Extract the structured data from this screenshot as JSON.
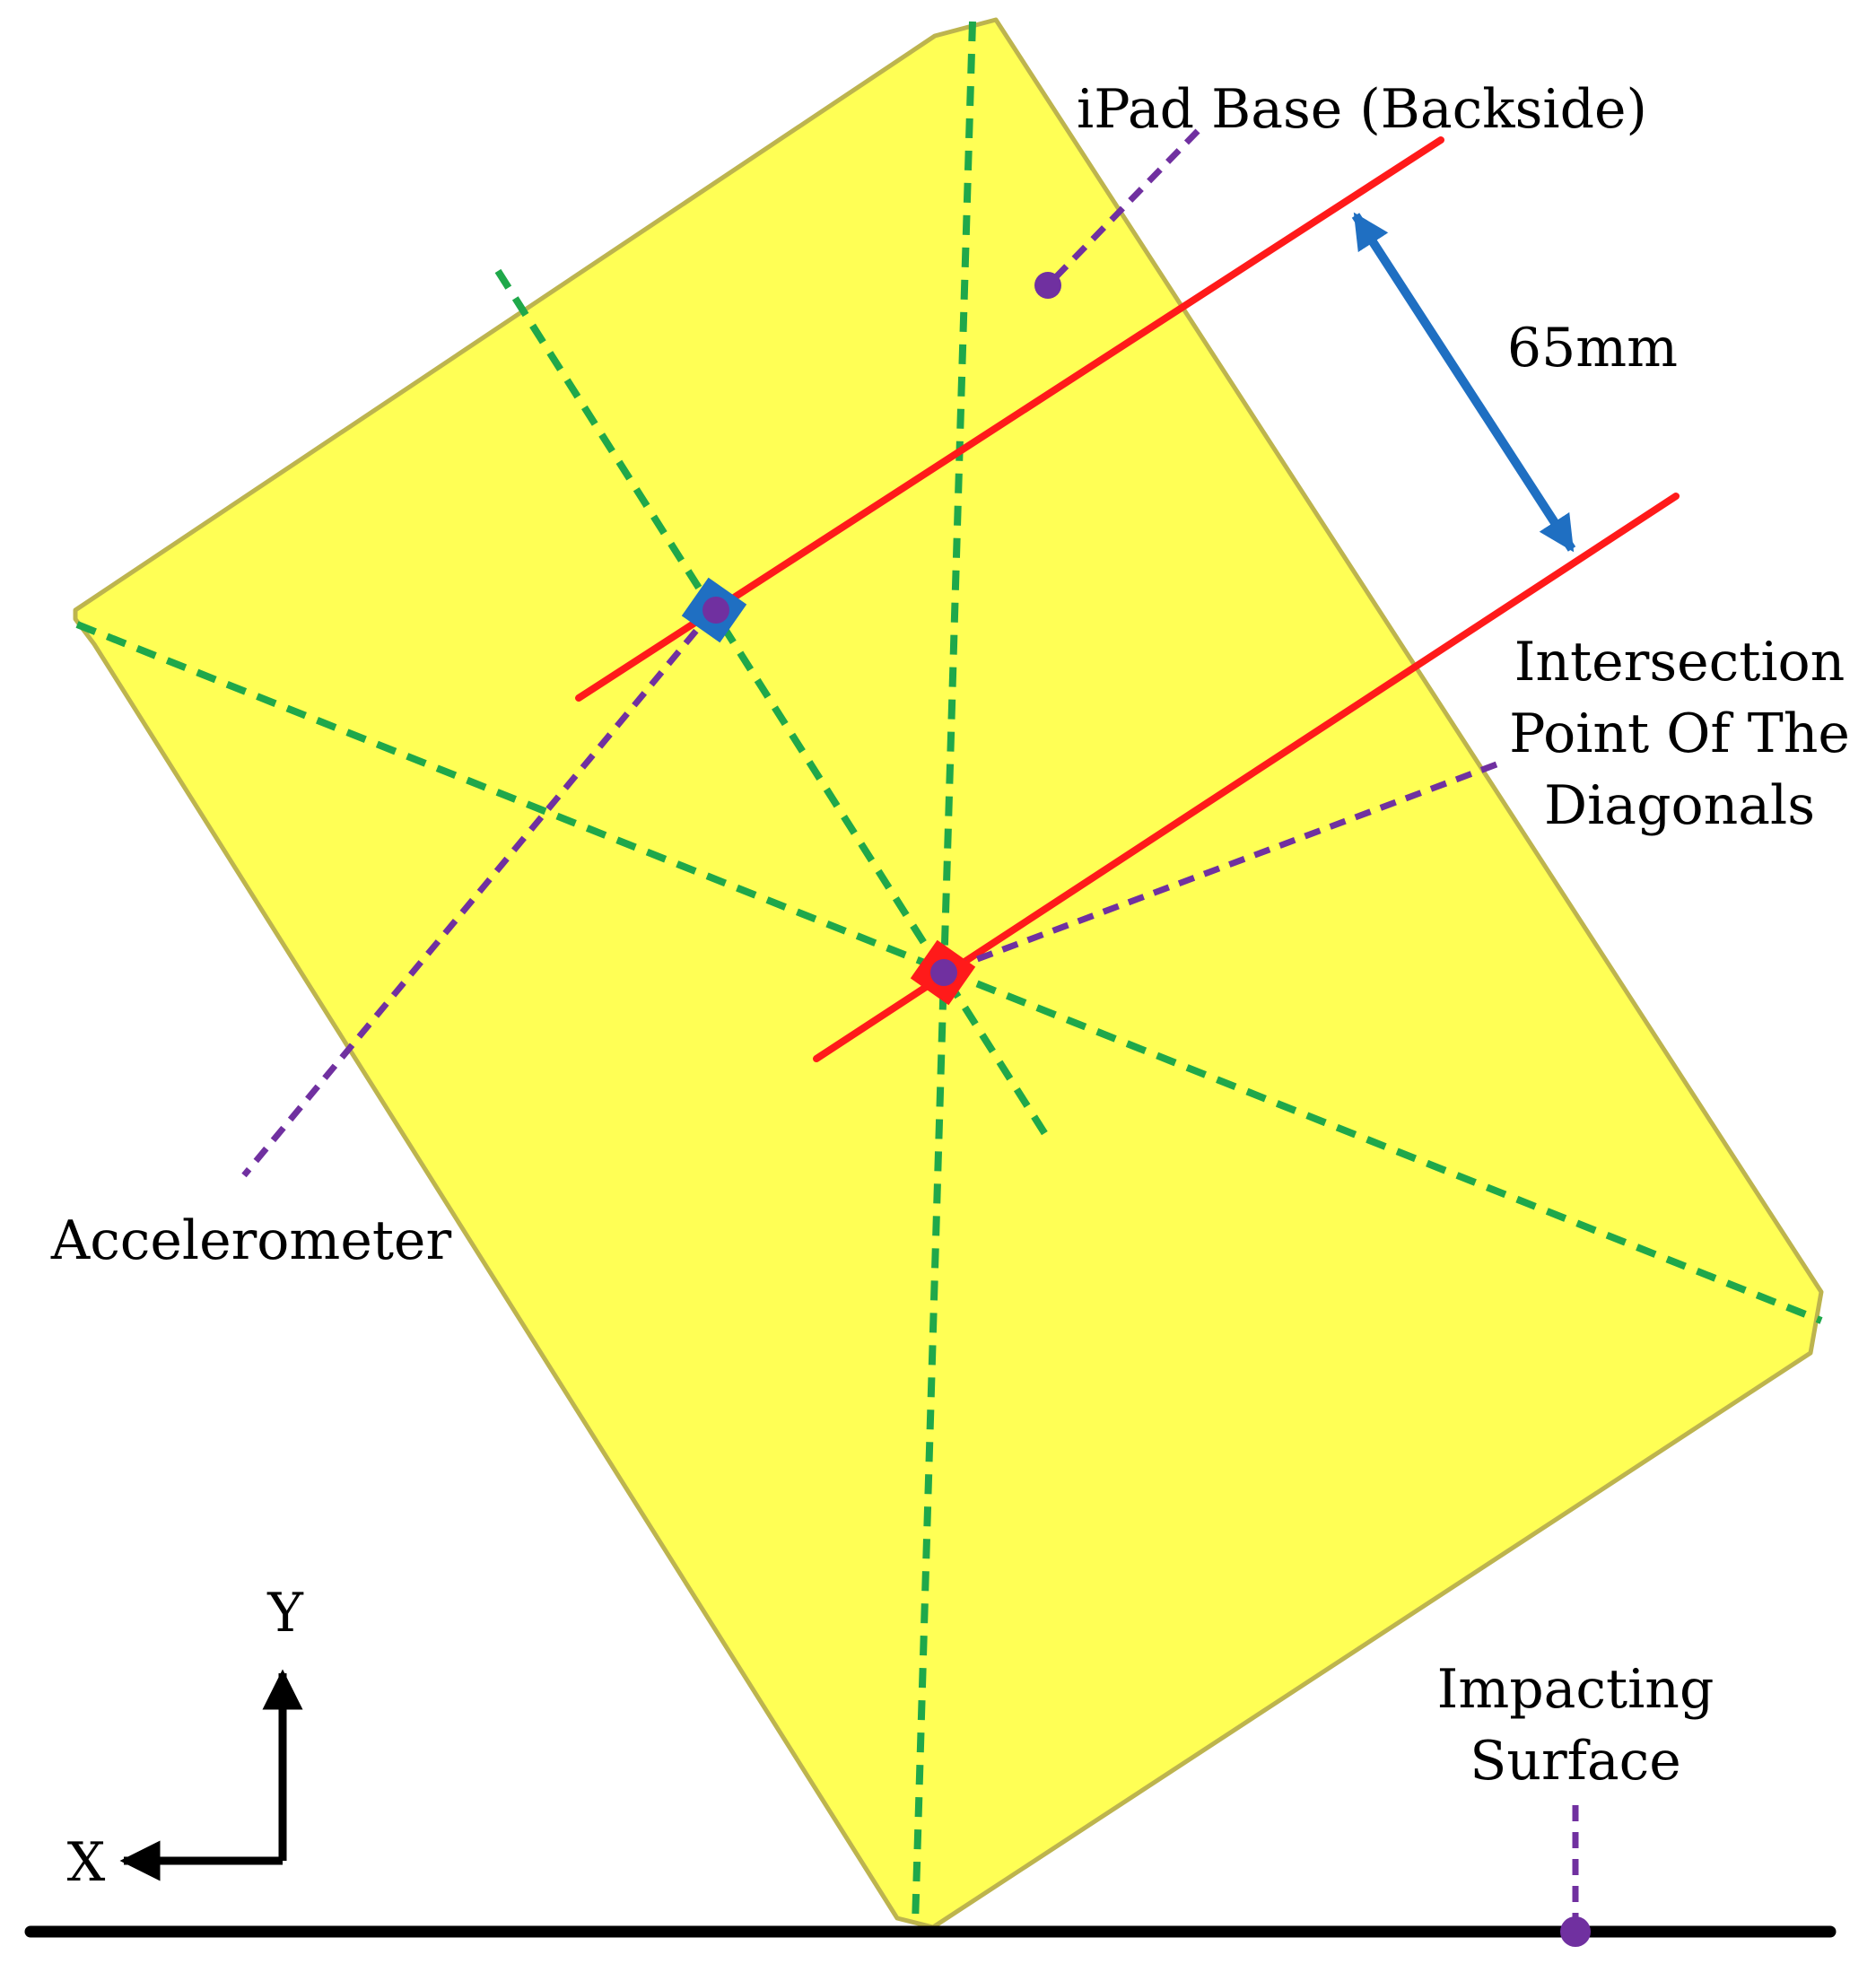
{
  "labels": {
    "ipad_base": "iPad Base (Backside)",
    "distance": "65mm",
    "intersection_line1": "Intersection",
    "intersection_line2": "Point Of The",
    "intersection_line3": "Diagonals",
    "accelerometer": "Accelerometer",
    "axis_y": "Y",
    "axis_x": "X",
    "impacting_line1": "Impacting",
    "impacting_line2": "Surface"
  },
  "colors": {
    "ipad_fill": "#ffff55",
    "ipad_edge": "#bdb44e",
    "diagonal": "#1fa84a",
    "red_line": "#ff1a1a",
    "dimension_arrow": "#1f6fc2",
    "leader": "#7030a0",
    "marker_dot": "#7030a0",
    "accelerometer_marker": "#1f6fc2",
    "center_marker": "#ff1a1a",
    "axis": "#000000",
    "ground": "#000000"
  }
}
